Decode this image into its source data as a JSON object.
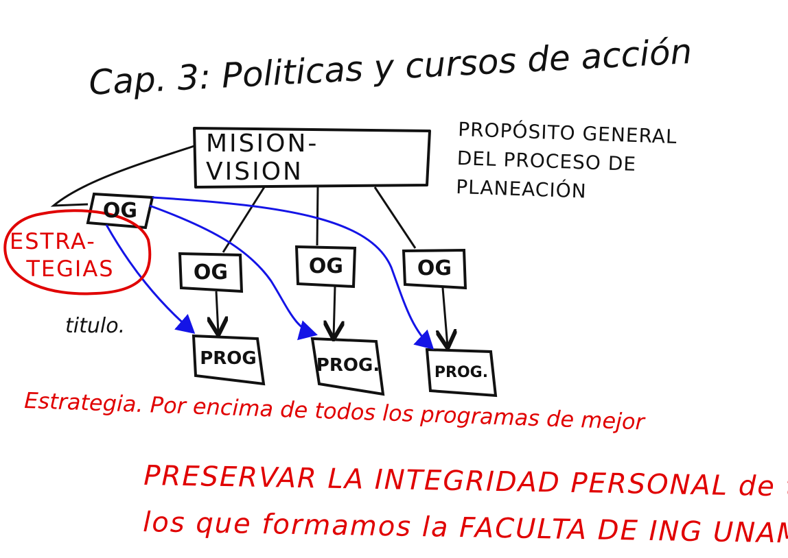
{
  "title": "Cap. 3: Politicas y cursos de acción",
  "proposito": "PROPÓSITO GENERAL\nDEL PROCESO DE\nPLANEACIÓN",
  "diagram": {
    "root": "MISION- VISION",
    "objectives": [
      "OG",
      "OG",
      "OG",
      "OG"
    ],
    "programs": [
      "PROG",
      "PROG.",
      "PROG."
    ]
  },
  "estrategias": "ESTRA-\n  TEGIAS",
  "titulo": "titulo.",
  "notes": {
    "line1": "Estrategia. Por encima de todos los programas de mejor",
    "line2": "PRESERVAR LA INTEGRIDAD PERSONAL de todos\nlos que formamos la FACULTA DE ING UNAM."
  },
  "colors": {
    "ink": "#111111",
    "red": "#e00000",
    "blue": "#1414e6",
    "background": "#ffffff"
  }
}
